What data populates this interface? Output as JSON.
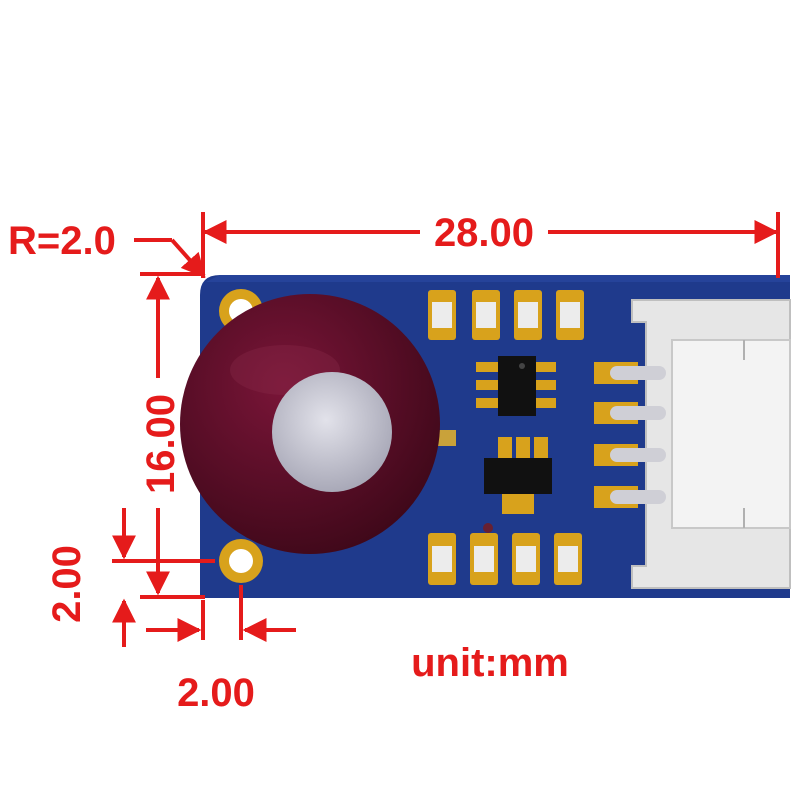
{
  "dimensions": {
    "corner_radius": "R=2.0",
    "width": "28.00",
    "height": "16.00",
    "hole_offset_vertical": "2.00",
    "hole_offset_horizontal": "2.00",
    "unit": "unit:mm"
  },
  "colors": {
    "dimension": "#e51b1b",
    "pcb": "#1f3a8c",
    "pad_gold": "#d8a21c",
    "sensor_housing": "#5a0d2a",
    "sensor_lens": "#c9c9d4",
    "connector": "#e6e6e6"
  }
}
